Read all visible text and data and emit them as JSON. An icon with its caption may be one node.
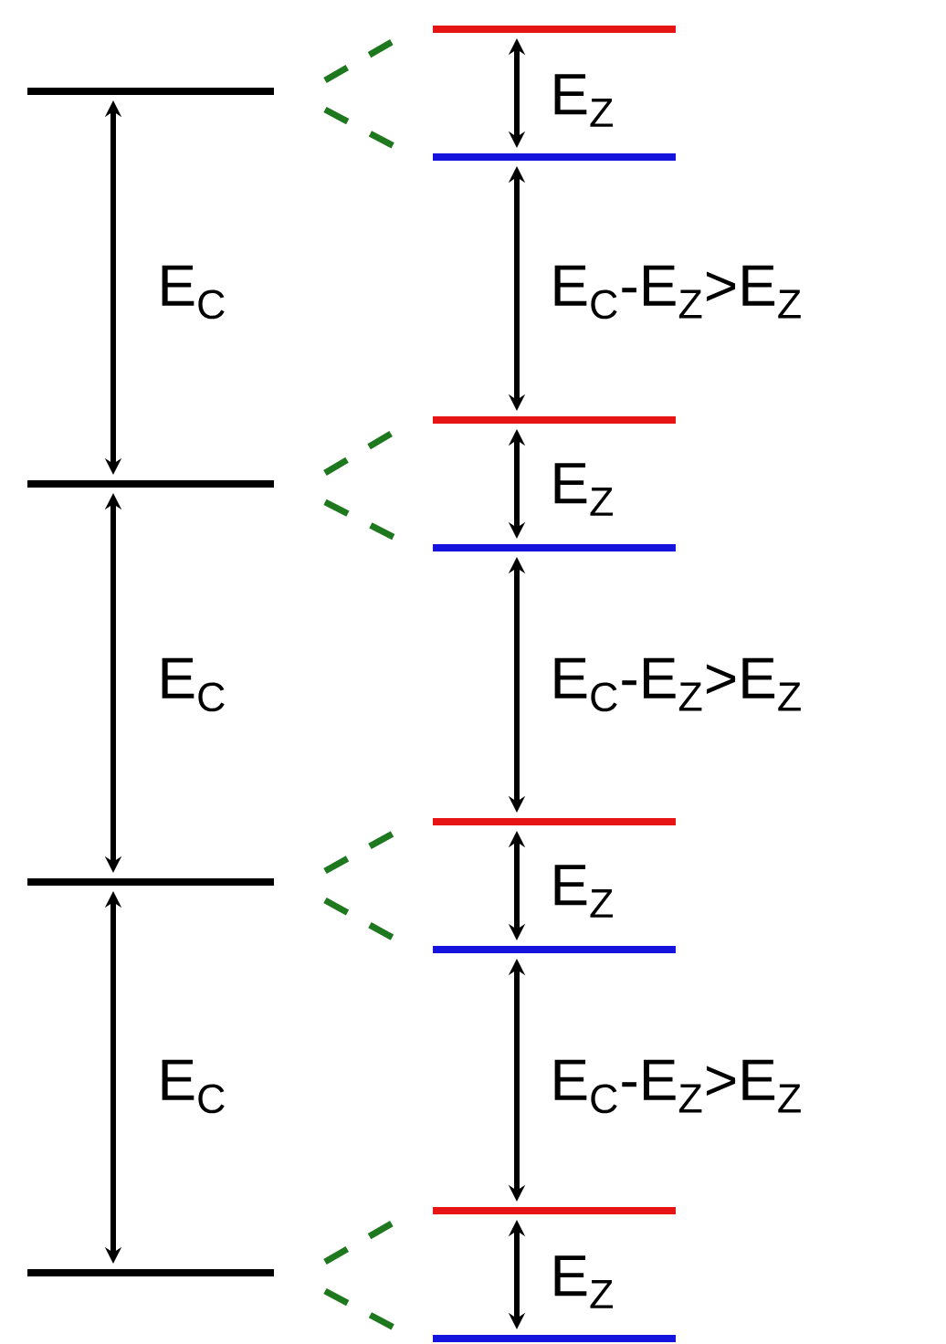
{
  "diagram": {
    "labels": [
      "E$_{Z}$",
      "E$_{C}$",
      "E$_{C}$-E$_{Z}$>E$_{Z}$",
      "E$_{Z}$",
      "E$_{C}$",
      "E$_{C}$-E$_{Z}$>E$_{Z}$",
      "E$_{Z}$",
      "E$_{C}$",
      "E$_{C}$-E$_{Z}$>E$_{Z}$",
      "E$_{Z}$"
    ]
  }
}
